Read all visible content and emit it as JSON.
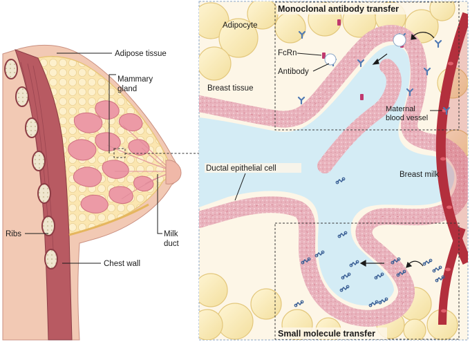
{
  "colors": {
    "skin": "#f2c9b4",
    "fat": "#fbe8b6",
    "lobe": "#ec9aa6",
    "chest_wall": "#b85a62",
    "milk": "#d4ecf5",
    "epithelium": "#e8b7c0",
    "antibody": "#4f79b3",
    "vessel": "#c9404d"
  },
  "left_panel": {
    "labels": {
      "adipose": "Adipose tissue",
      "mammary_1": "Mammary",
      "mammary_2": "gland",
      "ribs": "Ribs",
      "milk_duct_1": "Milk",
      "milk_duct_2": "duct",
      "chest_wall": "Chest wall"
    }
  },
  "right_panel": {
    "labels": {
      "adipocyte": "Adipocyte",
      "breast_tissue": "Breast tissue",
      "fcrn": "FcRn",
      "antibody": "Antibody",
      "maternal_1": "Maternal",
      "maternal_2": "blood vessel",
      "ductal": "Ductal epithelial cell",
      "breast_milk": "Breast milk"
    },
    "box_titles": {
      "top": "Monoclonal antibody transfer",
      "bottom": "Small molecule transfer"
    }
  }
}
